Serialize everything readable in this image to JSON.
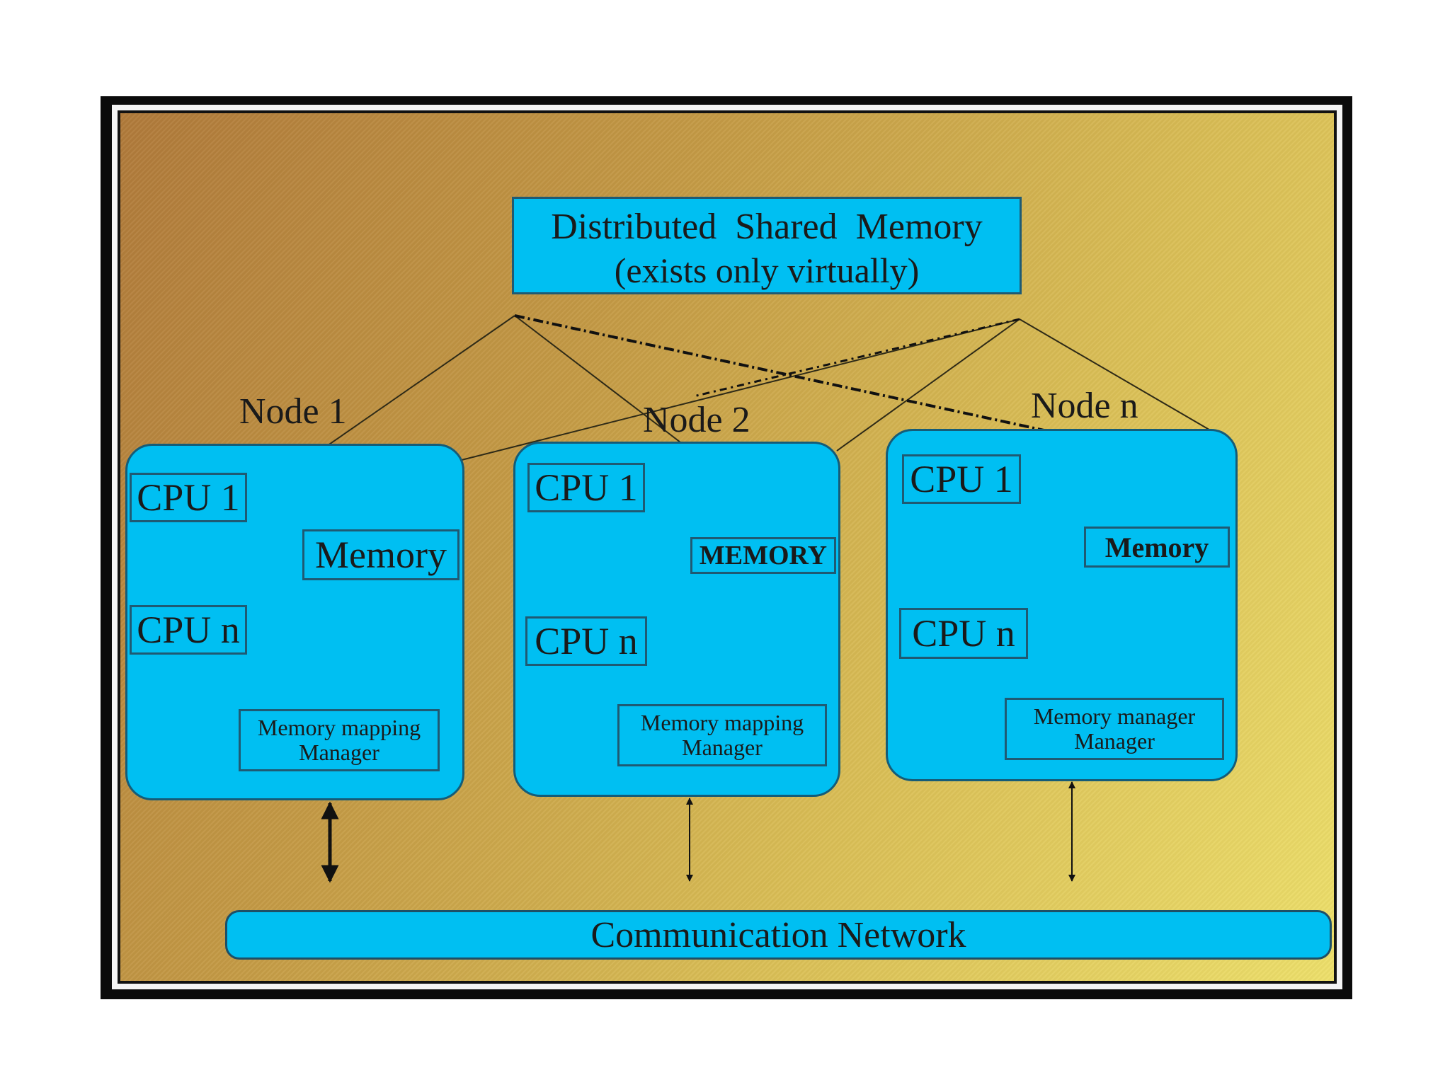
{
  "dsm": {
    "line1": "Distributed  Shared  Memory",
    "line2": "(exists only virtually)"
  },
  "nodes": [
    {
      "title": "Node 1",
      "cpu1": "CPU 1",
      "cpun": "CPU n",
      "memory": "Memory",
      "manager_line1": "Memory mapping",
      "manager_line2": "Manager"
    },
    {
      "title": "Node 2",
      "cpu1": "CPU 1",
      "cpun": "CPU n",
      "memory": "MEMORY",
      "manager_line1": "Memory mapping",
      "manager_line2": "Manager"
    },
    {
      "title": "Node n",
      "cpu1": "CPU 1",
      "cpun": "CPU n",
      "memory": "Memory",
      "manager_line1": "Memory manager",
      "manager_line2": "Manager"
    }
  ],
  "network": {
    "label": "Communication Network"
  },
  "colors": {
    "box_fill": "#00bff2",
    "background_start": "#b07a3a",
    "background_end": "#eddf6a"
  }
}
